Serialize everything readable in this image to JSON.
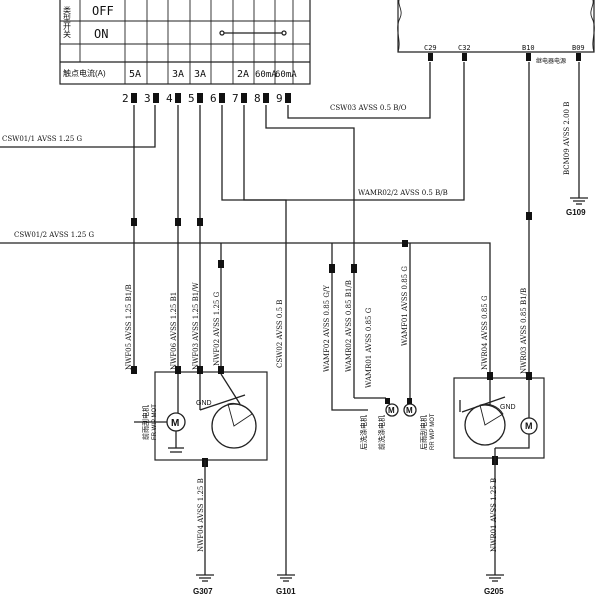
{
  "switch_table": {
    "row_label_side": "类型开关",
    "off_label": "OFF",
    "on_label": "ON",
    "current_row_label": "触点电流(A)",
    "currents": [
      "5A",
      "3A",
      "3A",
      "2A",
      "60mA",
      "60mA"
    ]
  },
  "connector_pins": [
    "2",
    "3",
    "4",
    "5",
    "6",
    "7",
    "8",
    "9"
  ],
  "bcm": {
    "pins": [
      "C29",
      "C32",
      "B10",
      "B09"
    ],
    "b10_note": "继电器电源"
  },
  "wires": {
    "csw01_1": "CSW01/1 AVSS 1.25 G",
    "csw01_2": "CSW01/2 AVSS 1.25 G",
    "csw03": "CSW03 AVSS 0.5 B/O",
    "wamr02_2": "WAMR02/2 AVSS 0.5 B/B",
    "bcm09": "BCM09 AVSS 2.00 B",
    "nwf05": "NWF05 AVSS 1.25 B1/B",
    "nwf06": "NWF06 AVSS 1.25 B1",
    "nwf03": "NWF03 AVSS 1.25 B1/W",
    "nwf02": "NWF02 AVSS 1.25 G",
    "csw02": "CSW02 AVSS 0.5 B",
    "wamf02": "WAMF02 AVSS 0.85 G/Y",
    "wamr02": "WAMR02 AVSS 0.85 B1/B",
    "wamr01": "WAMR01 AVSS 0.85 G",
    "wamf01": "WAMF01 AVSS 0.85 G",
    "nwr04": "NWR04 AVSS 0.85 G",
    "nwr03": "NWR03 AVSS 0.85 B1/B",
    "nwf04": "NWF04 AVSS 1.25 B",
    "nwr01": "NWR01 AVSS 1.25 B"
  },
  "components": {
    "front_wiper_motor": "前雨刮电机",
    "front_wiper_motor_en": "FR WIP MOT",
    "rear_washer_motor": "后洗涤电机",
    "front_washer_motor": "前洗涤电机",
    "rear_wiper_motor": "后雨刮电机",
    "rear_wiper_motor_en": "RR WIP MOT",
    "motor_symbol": "M",
    "gnd_label": "GND"
  },
  "grounds": [
    "G307",
    "G101",
    "G205",
    "G109"
  ]
}
